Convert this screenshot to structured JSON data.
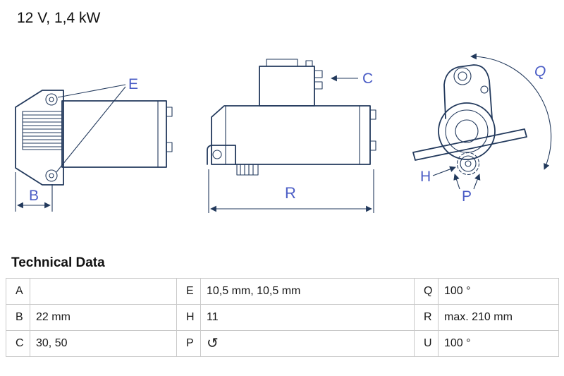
{
  "header": {
    "title": "12 V, 1,4 kW"
  },
  "drawing": {
    "labels": {
      "E": "E",
      "B": "B",
      "C": "C",
      "R": "R",
      "Q": "Q",
      "H": "H",
      "P": "P"
    },
    "colors": {
      "outline": "#22395c",
      "label": "#4a5cc5"
    }
  },
  "table": {
    "title": "Technical Data",
    "rotation_icon": "↺",
    "rows": [
      [
        "A",
        "",
        "E",
        "10,5 mm, 10,5 mm",
        "Q",
        "100 °"
      ],
      [
        "B",
        "22 mm",
        "H",
        "11",
        "R",
        "max. 210 mm"
      ],
      [
        "C",
        "30, 50",
        "P",
        "",
        "U",
        "100 °"
      ]
    ]
  }
}
